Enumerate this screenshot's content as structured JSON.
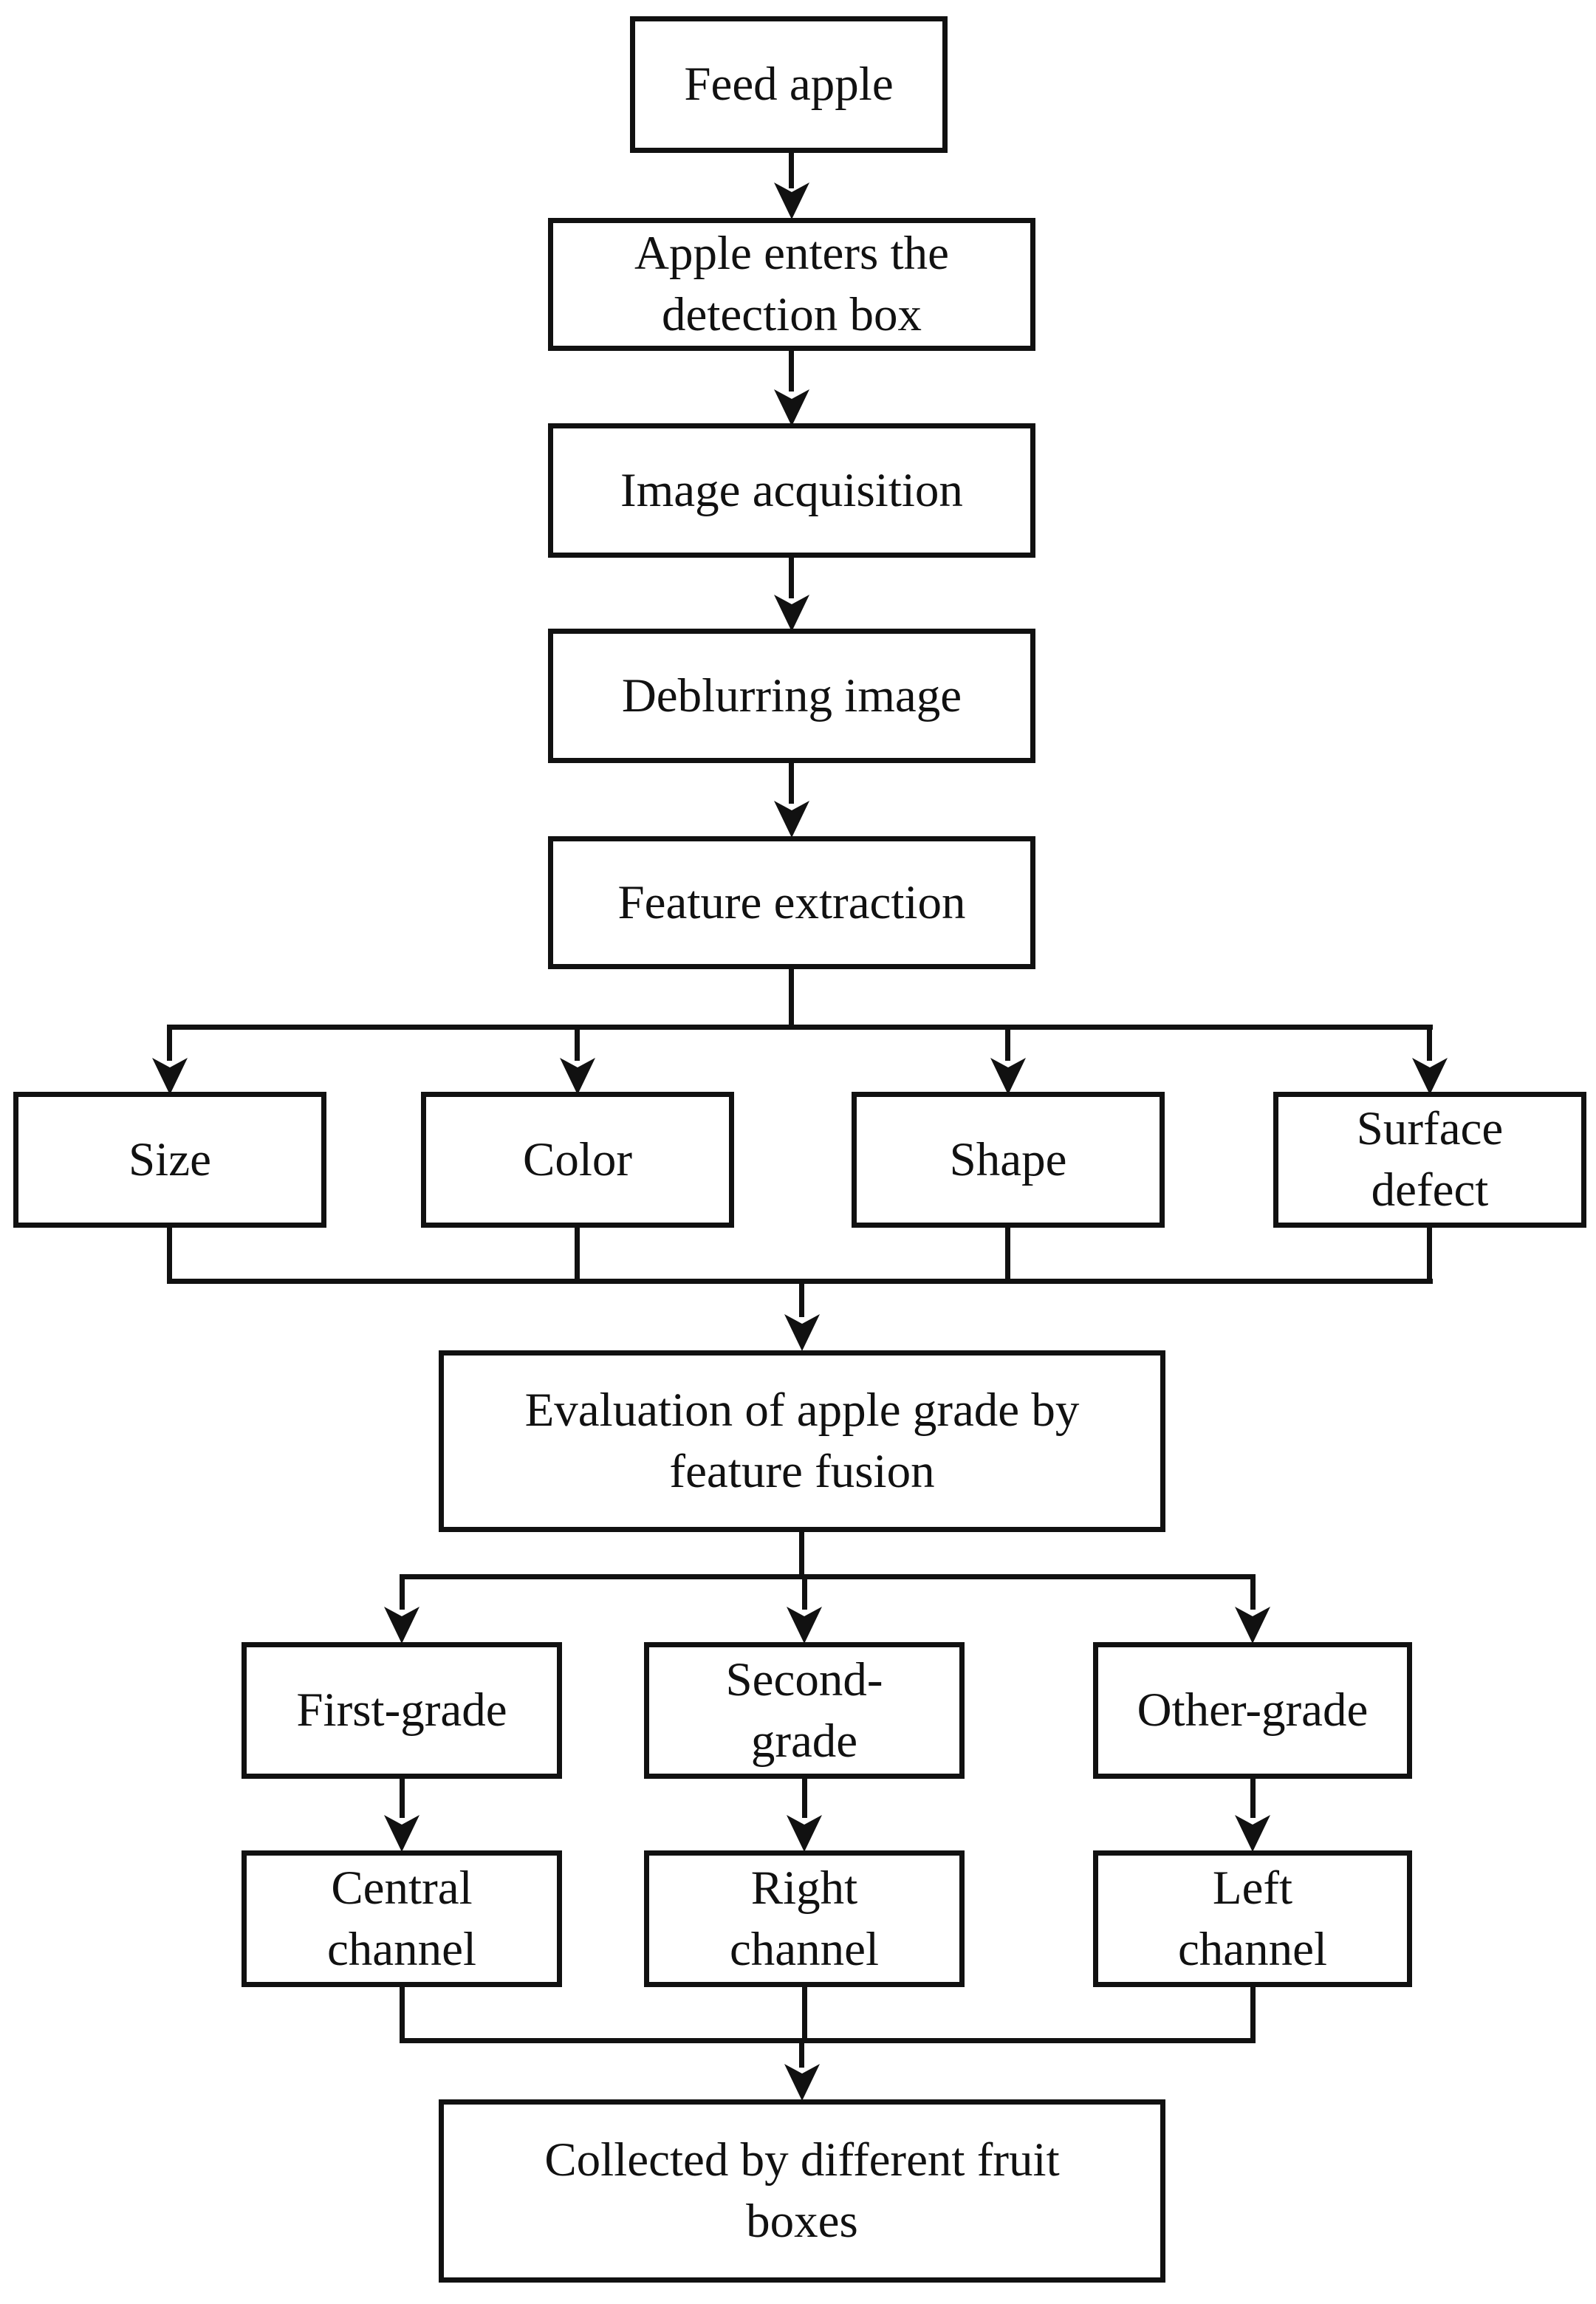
{
  "diagram": {
    "type": "flowchart",
    "background_color": "#ffffff",
    "line_color": "#111111",
    "box_fill": "#ffffff",
    "nodes": {
      "feed": {
        "label": "Feed apple"
      },
      "enters": {
        "label": "Apple enters the\ndetection box"
      },
      "acquisition": {
        "label": "Image acquisition"
      },
      "deblurring": {
        "label": "Deblurring image"
      },
      "extraction": {
        "label": "Feature extraction"
      },
      "size": {
        "label": "Size"
      },
      "color": {
        "label": "Color"
      },
      "shape": {
        "label": "Shape"
      },
      "surface": {
        "label": "Surface\ndefect"
      },
      "evaluation": {
        "label": "Evaluation of apple grade by\nfeature fusion"
      },
      "first": {
        "label": "First-grade"
      },
      "second": {
        "label": "Second-\ngrade"
      },
      "other": {
        "label": "Other-grade"
      },
      "central": {
        "label": "Central\nchannel"
      },
      "right": {
        "label": "Right\nchannel"
      },
      "left": {
        "label": "Left\nchannel"
      },
      "collected": {
        "label": "Collected by different fruit\nboxes"
      }
    },
    "edges": [
      {
        "from": "feed",
        "to": "enters"
      },
      {
        "from": "enters",
        "to": "acquisition"
      },
      {
        "from": "acquisition",
        "to": "deblurring"
      },
      {
        "from": "deblurring",
        "to": "extraction"
      },
      {
        "from": "extraction",
        "to": "size"
      },
      {
        "from": "extraction",
        "to": "color"
      },
      {
        "from": "extraction",
        "to": "shape"
      },
      {
        "from": "extraction",
        "to": "surface"
      },
      {
        "from": "size",
        "to": "evaluation"
      },
      {
        "from": "color",
        "to": "evaluation"
      },
      {
        "from": "shape",
        "to": "evaluation"
      },
      {
        "from": "surface",
        "to": "evaluation"
      },
      {
        "from": "evaluation",
        "to": "first"
      },
      {
        "from": "evaluation",
        "to": "second"
      },
      {
        "from": "evaluation",
        "to": "other"
      },
      {
        "from": "first",
        "to": "central"
      },
      {
        "from": "second",
        "to": "right"
      },
      {
        "from": "other",
        "to": "left"
      },
      {
        "from": "central",
        "to": "collected"
      },
      {
        "from": "right",
        "to": "collected"
      },
      {
        "from": "left",
        "to": "collected"
      }
    ]
  }
}
